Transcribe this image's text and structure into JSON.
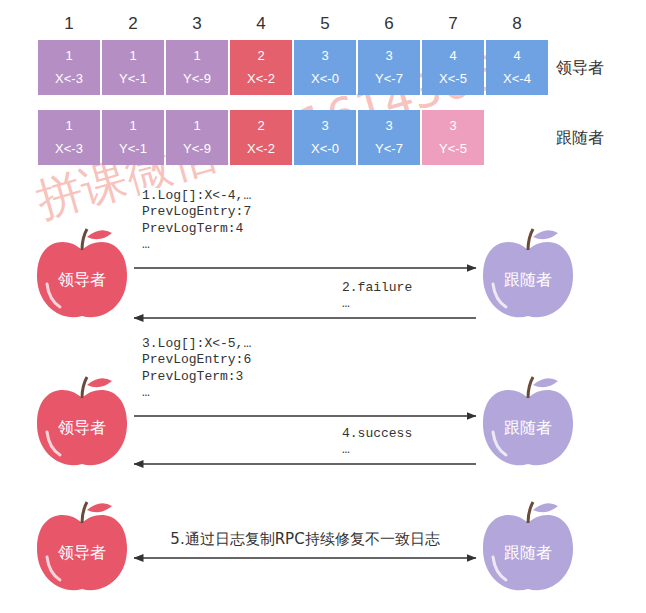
{
  "diagram": {
    "nodes": [
      {
        "text": [
          "1",
          "X<-3"
        ]
      },
      {
        "text": [
          "1",
          "Y<-1"
        ]
      },
      {
        "text": [
          "1",
          "Y<-9"
        ]
      },
      {
        "text": [
          "2",
          "X<-2"
        ]
      },
      {
        "text": [
          "3",
          "X<-0"
        ]
      },
      {
        "text": [
          "3",
          "Y<-7"
        ]
      },
      {
        "text": [
          "4",
          "X<-5"
        ]
      },
      {
        "text": [
          "4",
          "X<-4"
        ]
      },
      {
        "text": [
          "1",
          "X<-3"
        ]
      },
      {
        "text": [
          "1",
          "Y<-1"
        ]
      },
      {
        "text": [
          "1",
          "Y<-9"
        ]
      },
      {
        "text": [
          "2",
          "X<-2"
        ]
      },
      {
        "text": [
          "3",
          "X<-0"
        ]
      },
      {
        "text": [
          "3",
          "Y<-7"
        ]
      },
      {
        "text": [
          "3",
          "Y<-5"
        ]
      },
      {
        "text": [
          "领导者"
        ]
      },
      {
        "text": [
          "跟随者"
        ]
      },
      {
        "text": [
          "领导者"
        ]
      },
      {
        "text": [
          "跟随者"
        ]
      },
      {
        "text": [
          "领导者"
        ]
      },
      {
        "text": [
          "跟随者"
        ]
      }
    ],
    "edges": [
      {
        "from": 15,
        "to": 16,
        "arrow": "to",
        "label": "1.Log[]:X<-4,… PrevLogEntry:7 PrevLogTerm:4 …"
      },
      {
        "from": 16,
        "to": 15,
        "arrow": "to",
        "label": "2.failure …"
      },
      {
        "from": 17,
        "to": 18,
        "arrow": "to",
        "label": "3.Log[]:X<-5,… PrevLogEntry:6 PrevLogTerm:3 …"
      },
      {
        "from": 18,
        "to": 17,
        "arrow": "to",
        "label": "4.success …"
      },
      {
        "from": 19,
        "to": 20,
        "arrow": "both",
        "label": "5.通过日志复制RPC持续修复不一致日志"
      }
    ],
    "labels": [
      "1",
      "2",
      "3",
      "4",
      "5",
      "6",
      "7",
      "8",
      "领导者",
      "跟随者",
      "拼课微信: 1716143665"
    ]
  }
}
